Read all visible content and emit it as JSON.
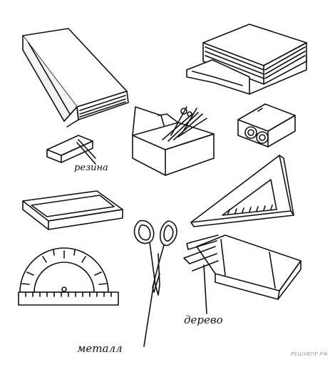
{
  "labels": {
    "eraser": "резина",
    "wood": "дерево",
    "metal": "металл"
  },
  "watermark": "РЕШУВПР.РФ",
  "colors": {
    "ink": "#111111",
    "background": "#ffffff",
    "watermark": "#9a9a9a"
  },
  "items": [
    "book-icon",
    "paper-tray-icon",
    "pencil-box-icon",
    "pencil-sharpener-icon",
    "eraser-icon",
    "triangle-ruler-icon",
    "pencil-case-icon",
    "scissors-icon",
    "protractor-icon",
    "colored-pencils-icon"
  ]
}
